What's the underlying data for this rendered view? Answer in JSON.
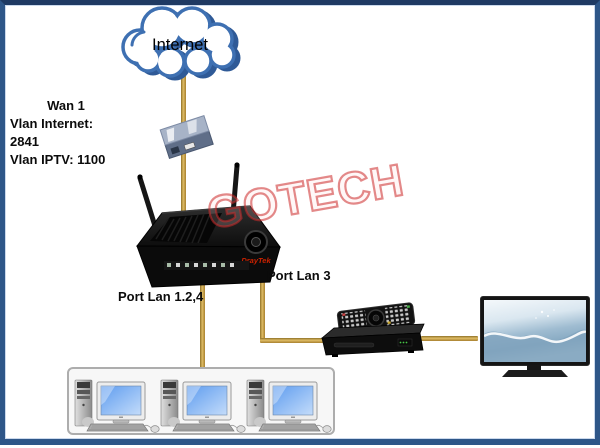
{
  "diagram": {
    "cloud_label": "Internet",
    "wan_block": {
      "line1": "Wan 1",
      "line2": "Vlan Internet: 2841",
      "line3": "Vlan IPTV: 1100"
    },
    "port_labels": {
      "lan124": "Port Lan 1.2,4",
      "lan3": "Port Lan 3"
    },
    "watermark": "GOTECH",
    "router_brand": "DrayTek",
    "devices": {
      "cloud": "internet-cloud",
      "converter": "fiber-media-converter",
      "router": "wireless-router",
      "stb": "iptv-set-top-box",
      "tv": "television",
      "pcs": "lan-computers-group"
    },
    "colors": {
      "line_gold": "#C49A3F",
      "frame_blue": "#2E5688",
      "frame_blue_dark": "#1F3A63",
      "cloud_blue": "#3E70B2",
      "cloud_shadow": "#2F5A97",
      "watermark_red": "#CC2A2A",
      "brand_red": "#CC2200",
      "pc_screen_blue": "#5E9CEF"
    }
  }
}
